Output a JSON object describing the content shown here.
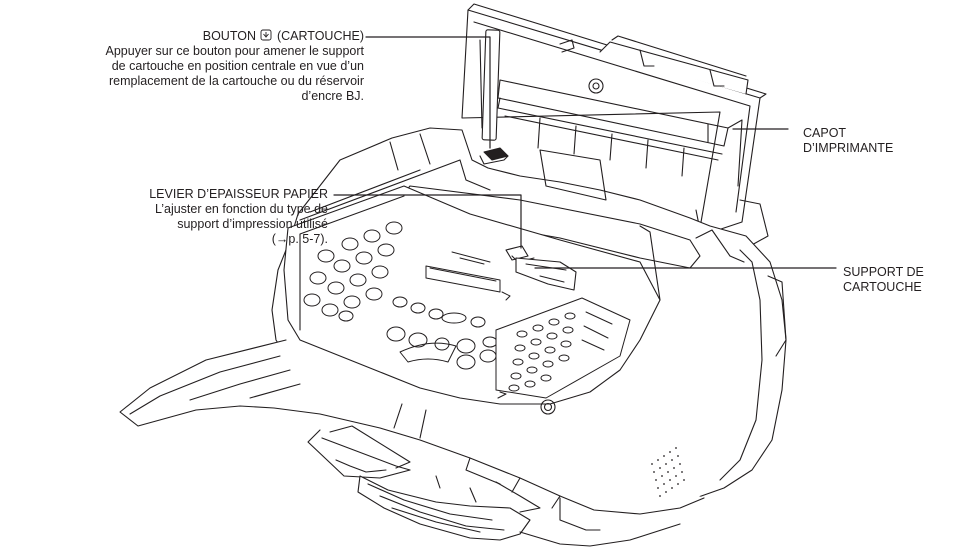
{
  "figure": {
    "subject": "fax-printer-open-cover",
    "line_color": "#231f20",
    "background": "#ffffff"
  },
  "callouts": {
    "bouton_cartouche": {
      "title_before": "BOUTON",
      "icon": "cartridge-button-icon",
      "title_after": "(CARTOUCHE)",
      "desc": [
        "Appuyer sur ce bouton pour amener le support",
        "de cartouche en position centrale en vue d’un",
        "remplacement de la cartouche ou du réservoir",
        "d’encre BJ."
      ]
    },
    "levier_epaisseur": {
      "title": "LEVIER D’EPAISSEUR PAPIER",
      "desc": [
        "L’ajuster en fonction du type de",
        "support d’impression utilisé",
        "(→p. 5-7)."
      ]
    },
    "capot_imprimante": {
      "lines": [
        "CAPOT",
        "D’IMPRIMANTE"
      ]
    },
    "support_cartouche": {
      "lines": [
        "SUPPORT DE",
        "CARTOUCHE"
      ]
    }
  }
}
